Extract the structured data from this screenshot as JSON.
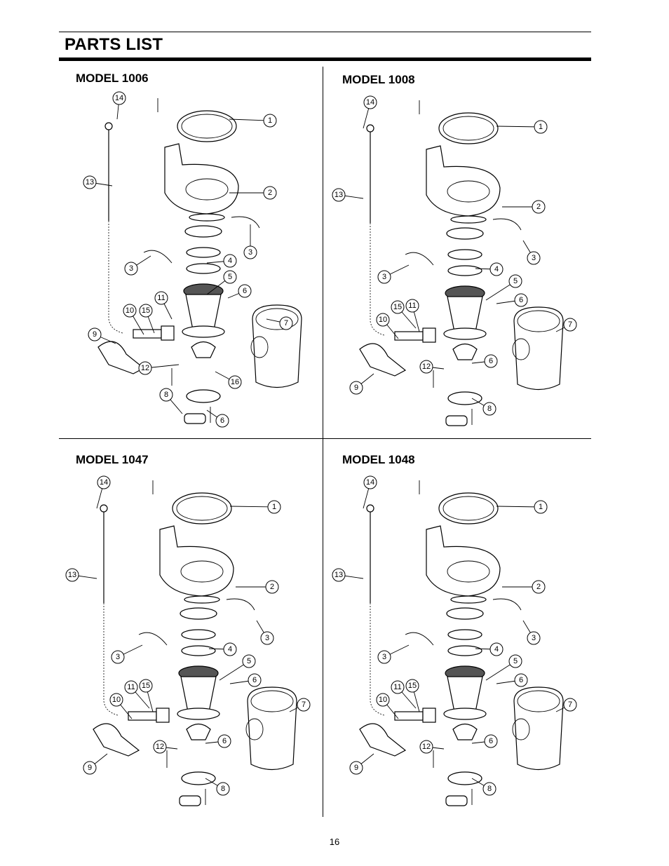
{
  "header": {
    "title": "PARTS LIST"
  },
  "models": [
    {
      "label": "MODEL 1006",
      "callouts": [
        "14",
        "1",
        "13",
        "2",
        "3",
        "3",
        "4",
        "5",
        "6",
        "11",
        "10",
        "15",
        "7",
        "9",
        "12",
        "16",
        "8",
        "6"
      ]
    },
    {
      "label": "MODEL 1008",
      "callouts": [
        "14",
        "1",
        "13",
        "2",
        "3",
        "3",
        "4",
        "5",
        "6",
        "15",
        "11",
        "10",
        "7",
        "9",
        "12",
        "6",
        "8"
      ]
    },
    {
      "label": "MODEL 1047",
      "callouts": [
        "14",
        "1",
        "13",
        "2",
        "3",
        "3",
        "4",
        "5",
        "6",
        "11",
        "15",
        "10",
        "7",
        "9",
        "12",
        "6",
        "8"
      ]
    },
    {
      "label": "MODEL 1048",
      "callouts": [
        "14",
        "1",
        "13",
        "2",
        "3",
        "3",
        "4",
        "5",
        "6",
        "11",
        "15",
        "10",
        "7",
        "9",
        "12",
        "6",
        "8"
      ]
    }
  ],
  "footer": {
    "page_number": "16"
  }
}
